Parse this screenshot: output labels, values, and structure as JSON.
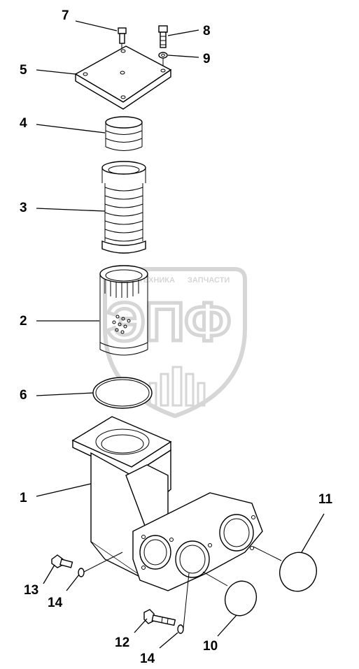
{
  "diagram": {
    "callouts": [
      {
        "id": "1",
        "text": "1"
      },
      {
        "id": "2",
        "text": "2"
      },
      {
        "id": "3",
        "text": "3"
      },
      {
        "id": "4",
        "text": "4"
      },
      {
        "id": "5",
        "text": "5"
      },
      {
        "id": "6",
        "text": "6"
      },
      {
        "id": "7",
        "text": "7"
      },
      {
        "id": "8",
        "text": "8"
      },
      {
        "id": "9",
        "text": "9"
      },
      {
        "id": "10",
        "text": "10"
      },
      {
        "id": "11",
        "text": "11"
      },
      {
        "id": "12",
        "text": "12"
      },
      {
        "id": "13",
        "text": "13"
      },
      {
        "id": "14a",
        "text": "14"
      },
      {
        "id": "14b",
        "text": "14"
      }
    ]
  },
  "watermark": {
    "logo_text": "ЭПФ",
    "ring_text_left": "ТЕХНИКА",
    "ring_text_right": "ЗАПЧАСТИ"
  }
}
